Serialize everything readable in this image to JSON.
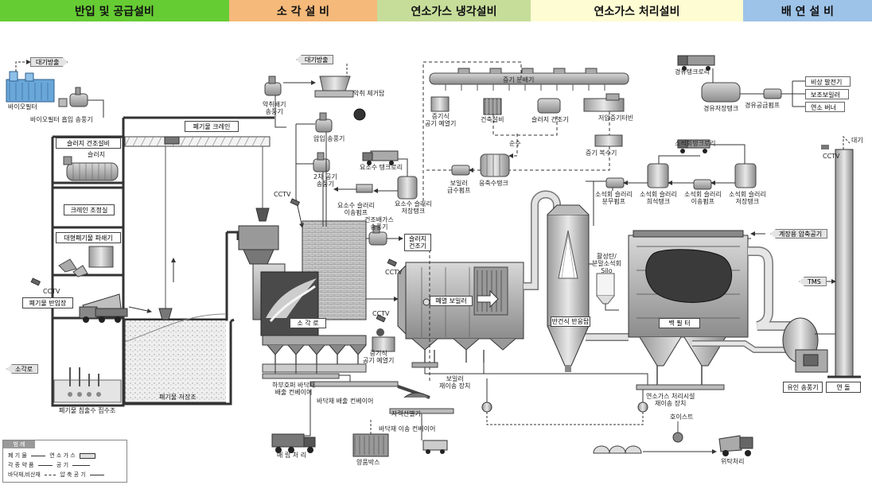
{
  "header": {
    "sections": [
      {
        "label": "반입 및 공급설비",
        "color": "#66cc33"
      },
      {
        "label": "소 각 설 비",
        "color": "#f5b97a"
      },
      {
        "label": "연소가스 냉각설비",
        "color": "#c6dd9a"
      },
      {
        "label": "연소가스 처리설비",
        "color": "#fefcd2"
      },
      {
        "label": "배 연 설 비",
        "color": "#9ec3e8"
      }
    ]
  },
  "labels": {
    "atm_out_left": "대기방출",
    "biofilter": "바이오필터",
    "biofilter_fan": "바이오필터 흡입 송풍기",
    "sludge_drying": "슬러지 건조설비",
    "sludge": "슬러지",
    "crane_room": "크레인 조정실",
    "bulky_crusher": "대형폐기물 파쇄기",
    "cctv": "CCTV",
    "waste_entry": "폐기물 반입장",
    "incinerator_in": "소각로",
    "leachate_tank": "폐기물 침출수 집수조",
    "waste_pit": "폐기물 저장조",
    "waste_crane": "폐기물 크레인",
    "atm_out_top": "대기방출",
    "odor_fan": "악취배기\n송풍기",
    "odor_remove": "악취 제거탑",
    "forced_fan": "압입 송풍기",
    "secondary_fan": "2차 공기\n송풍기",
    "urea_truck": "요소수 탱크로리",
    "urea_pump": "요소수 슬러리\n이송펌프",
    "urea_tank": "요소수 슬러리\n저장탱크",
    "dryer_gas_fan": "건조배가스\n송풍기",
    "sludge_dryer": "슬러지\n건조기",
    "incinerator": "소 각 로",
    "bottom_conveyor": "하부호퍼 바닥재\n배출 컨베이어",
    "ash_conveyor": "바닥재 배출 컨베이어",
    "magnet": "자력선별기",
    "ash_transfer": "바닥재 이송 컨베이어",
    "landfill": "매 립 처 리",
    "scrap_box": "양품박스",
    "steam_air_preheater": "증기식\n공기 예열기",
    "waste_boiler": "폐열 보일러",
    "boiler_transfer": "보일러\n재이송 장치",
    "steam_header": "증기 분배기",
    "steam_air_preheater2": "증기식\n공기 예열기",
    "building": "건축설비",
    "sludge_dryer2": "슬러지 건조기",
    "turbine": "저압증기터빈",
    "pure_water": "순수",
    "boiler_feed_pump": "보일러\n급수펌프",
    "condensate_tank": "응축수탱크",
    "steam_condenser": "증기 복수기",
    "lime_truck": "소석회탱크로리",
    "lime_spray_pump": "소석회 슬러리\n분무펌프",
    "lime_dilution_tank": "소석회 슬러리\n희석탱크",
    "lime_transfer_pump": "소석회 슬러리\n이송펌프",
    "lime_storage_tank": "소석회 슬러리\n저장탱크",
    "oil_truck": "경유탱크로리",
    "oil_tank": "경유저장탱크",
    "oil_pump": "경유공급펌프",
    "emergency_gen": "비상 발전기",
    "aux_boiler": "보조보일러",
    "burner": "연소 버너",
    "activated_carbon": "활성탄/\n분말소석회\nSilo",
    "spray_reactor": "반건식 반응탑",
    "bag_filter": "백 필 터",
    "instrument_air": "계장용 압축공기",
    "tms": "TMS",
    "atmosphere": "대기",
    "cctv_stack": "CCTV",
    "id_fan": "유인 송풍기",
    "stack": "연 돌",
    "gas_transfer": "연소가스 처리시설\n재이송 장치",
    "hoist": "호이스트",
    "consign": "위탁처리"
  },
  "legend": {
    "title": "범 례",
    "rows": [
      {
        "left": "폐 기 물",
        "right": "연 소 가 스"
      },
      {
        "left": "각 종 약 품",
        "right": "공 기"
      },
      {
        "left": "바닥재,비산재",
        "right": "압 축 공 기"
      }
    ]
  }
}
